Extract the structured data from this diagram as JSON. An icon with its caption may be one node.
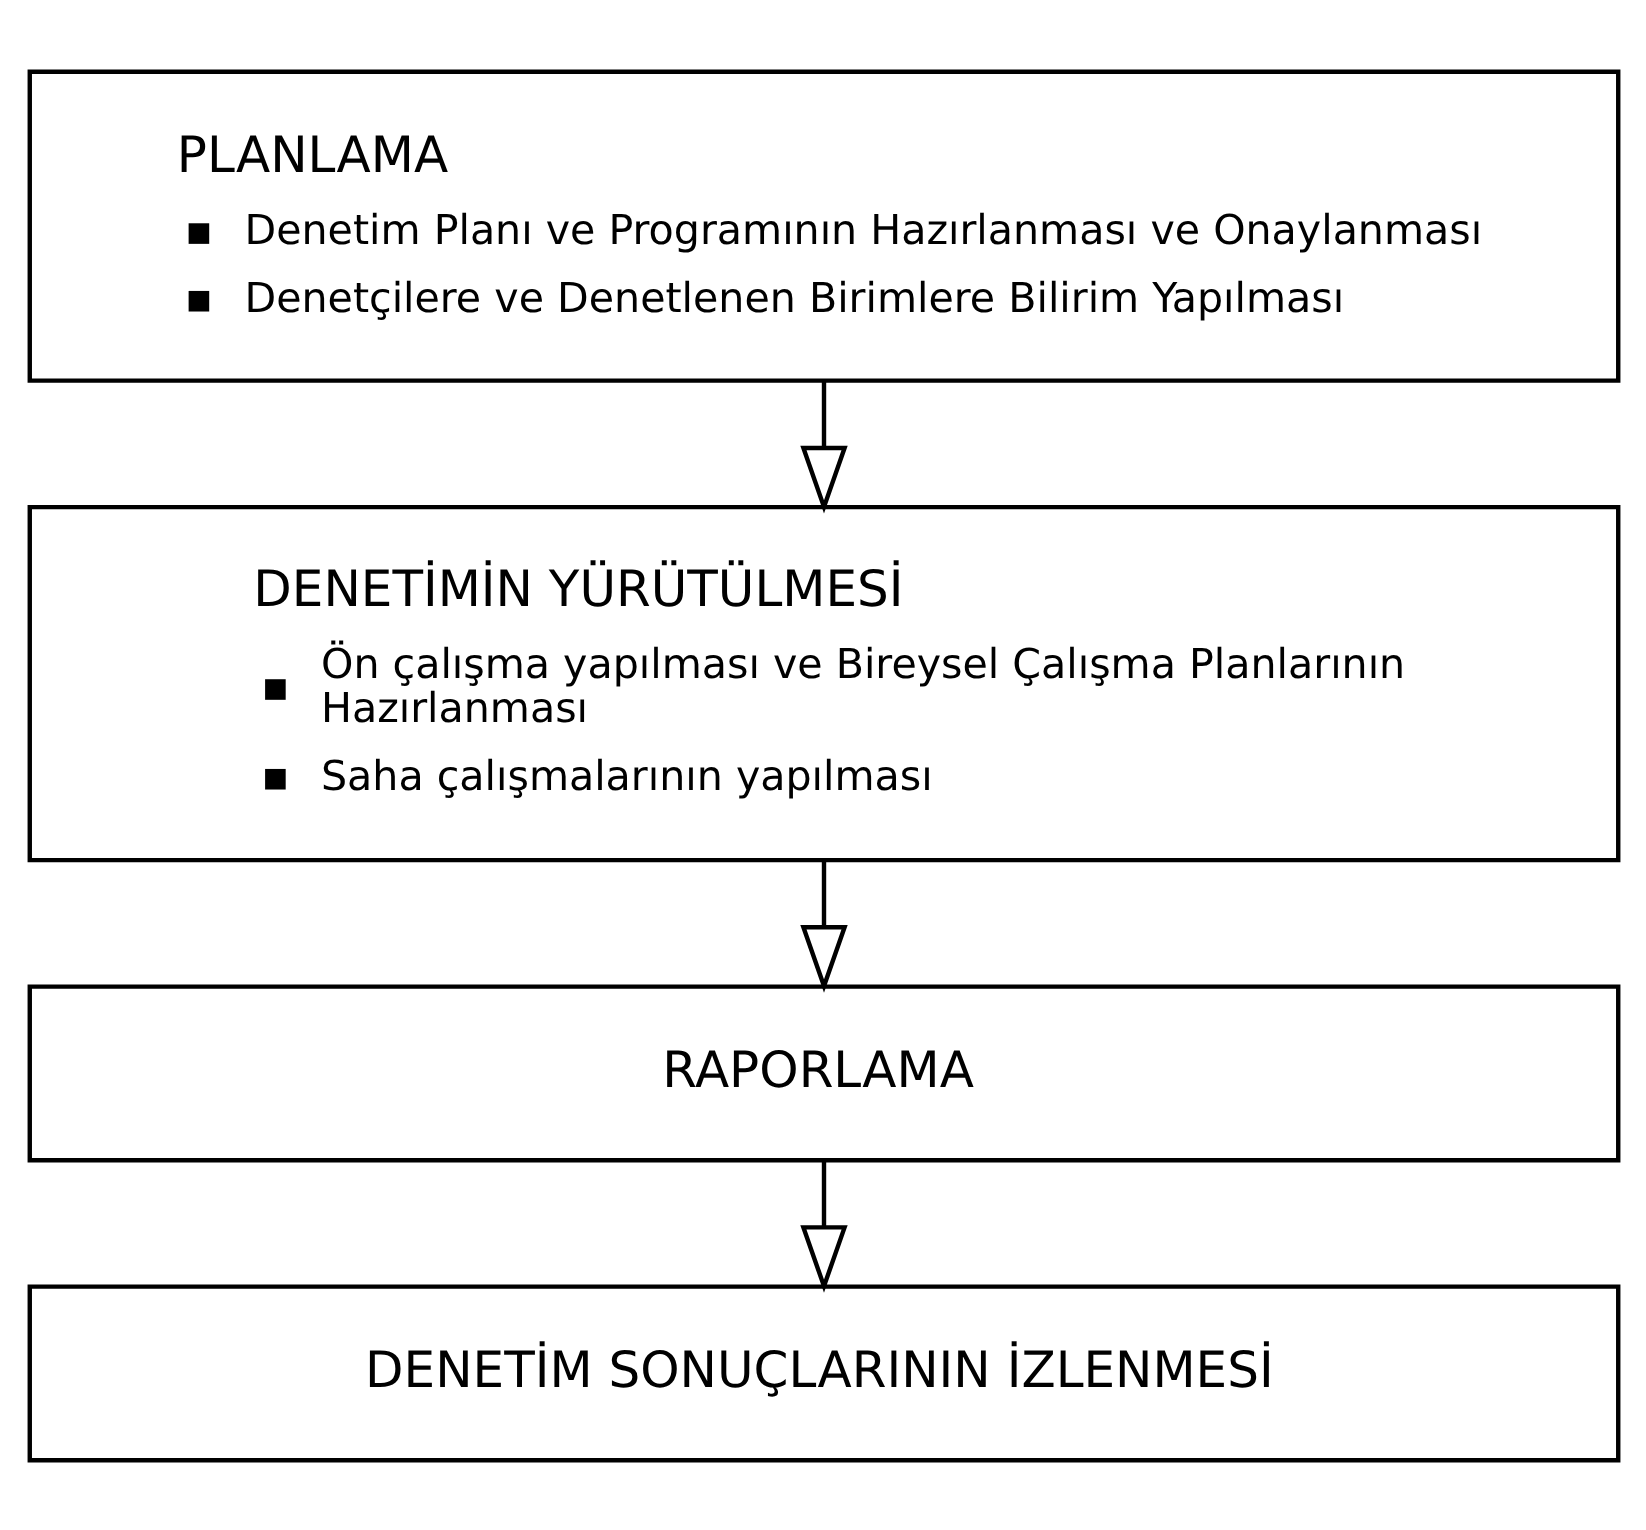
{
  "diagram": {
    "nodes": [
      {
        "text": [
          "PLANLAMA",
          "Denetim Planı ve Programının Hazırlanması ve Onaylanması",
          "Denetçilere ve Denetlenen Birimlere Bilirim Yapılması"
        ]
      },
      {
        "text": [
          "DENETİMİN YÜRÜTÜLMESİ",
          "Ön çalışma yapılması ve Bireysel Çalışma Planlarının Hazırlanması",
          "Saha çalışmalarının yapılması"
        ]
      },
      {
        "text": [
          "RAPORLAMA"
        ]
      },
      {
        "text": [
          "DENETİM SONUÇLARININ İZLENMESİ"
        ]
      }
    ],
    "edges": [
      {
        "from": 0,
        "to": 1,
        "arrow": "to"
      },
      {
        "from": 1,
        "to": 2,
        "arrow": "to"
      },
      {
        "from": 2,
        "to": 3,
        "arrow": "to"
      }
    ]
  }
}
